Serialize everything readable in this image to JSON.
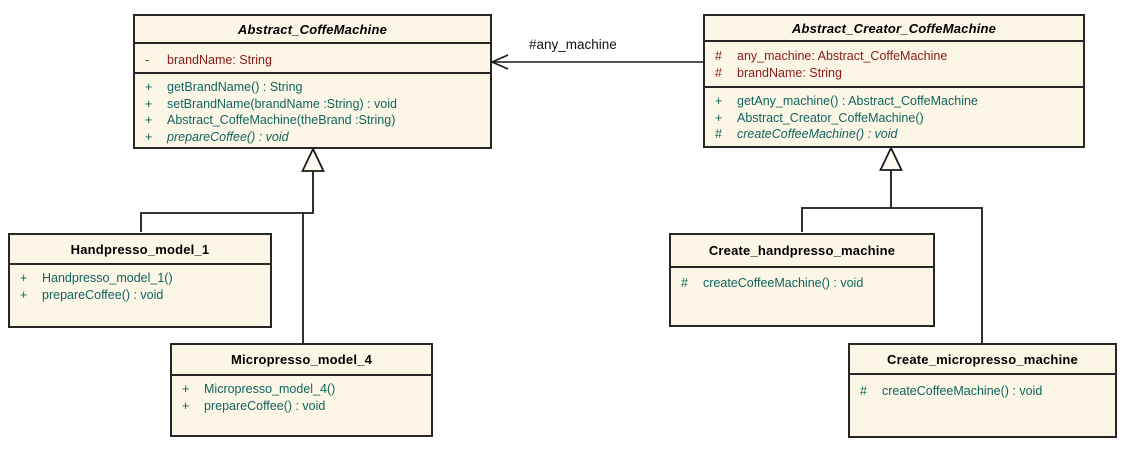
{
  "diagram": {
    "type": "uml-class-diagram",
    "association": {
      "label": "#any_machine"
    },
    "colors": {
      "box_fill": "#FBF6E6",
      "box_border": "#262626",
      "attribute_text": "#8B1A1A",
      "method_text": "#11655F",
      "title_text": "#000000",
      "line_color": "#1A1A1A",
      "canvas_bg": "#FFFFFF"
    },
    "classes": [
      {
        "name": "Abstract_CoffeMachine",
        "abstract": true,
        "attributes": [
          {
            "vis": "-",
            "text": "brandName: String",
            "italic": false
          }
        ],
        "methods": [
          {
            "vis": "+",
            "text": "getBrandName() : String",
            "italic": false
          },
          {
            "vis": "+",
            "text": "setBrandName(brandName :String) : void",
            "italic": false
          },
          {
            "vis": "+",
            "text": "Abstract_CoffeMachine(theBrand :String)",
            "italic": false
          },
          {
            "vis": "+",
            "text": "prepareCoffee() : void",
            "italic": true
          }
        ]
      },
      {
        "name": "Abstract_Creator_CoffeMachine",
        "abstract": true,
        "attributes": [
          {
            "vis": "#",
            "text": "any_machine: Abstract_CoffeMachine",
            "italic": false
          },
          {
            "vis": "#",
            "text": "brandName: String",
            "italic": false
          }
        ],
        "methods": [
          {
            "vis": "+",
            "text": "getAny_machine() : Abstract_CoffeMachine",
            "italic": false
          },
          {
            "vis": "+",
            "text": "Abstract_Creator_CoffeMachine()",
            "italic": false
          },
          {
            "vis": "#",
            "text": "createCoffeeMachine() : void",
            "italic": true
          }
        ]
      },
      {
        "name": "Handpresso_model_1",
        "abstract": false,
        "attributes": [],
        "methods": [
          {
            "vis": "+",
            "text": "Handpresso_model_1()",
            "italic": false
          },
          {
            "vis": "+",
            "text": "prepareCoffee() : void",
            "italic": false
          }
        ]
      },
      {
        "name": "Micropresso_model_4",
        "abstract": false,
        "attributes": [],
        "methods": [
          {
            "vis": "+",
            "text": "Micropresso_model_4()",
            "italic": false
          },
          {
            "vis": "+",
            "text": "prepareCoffee() : void",
            "italic": false
          }
        ]
      },
      {
        "name": "Create_handpresso_machine",
        "abstract": false,
        "attributes": [],
        "methods": [
          {
            "vis": "#",
            "text": "createCoffeeMachine() : void",
            "italic": false
          }
        ]
      },
      {
        "name": "Create_micropresso_machine",
        "abstract": false,
        "attributes": [],
        "methods": [
          {
            "vis": "#",
            "text": "createCoffeeMachine() : void",
            "italic": false
          }
        ]
      }
    ],
    "relationships": [
      {
        "kind": "association",
        "from": "Abstract_Creator_CoffeMachine",
        "to": "Abstract_CoffeMachine",
        "label": "#any_machine",
        "arrow": "open"
      },
      {
        "kind": "generalization",
        "from": "Handpresso_model_1",
        "to": "Abstract_CoffeMachine"
      },
      {
        "kind": "generalization",
        "from": "Micropresso_model_4",
        "to": "Abstract_CoffeMachine"
      },
      {
        "kind": "generalization",
        "from": "Create_handpresso_machine",
        "to": "Abstract_Creator_CoffeMachine"
      },
      {
        "kind": "generalization",
        "from": "Create_micropresso_machine",
        "to": "Abstract_Creator_CoffeMachine"
      }
    ]
  }
}
